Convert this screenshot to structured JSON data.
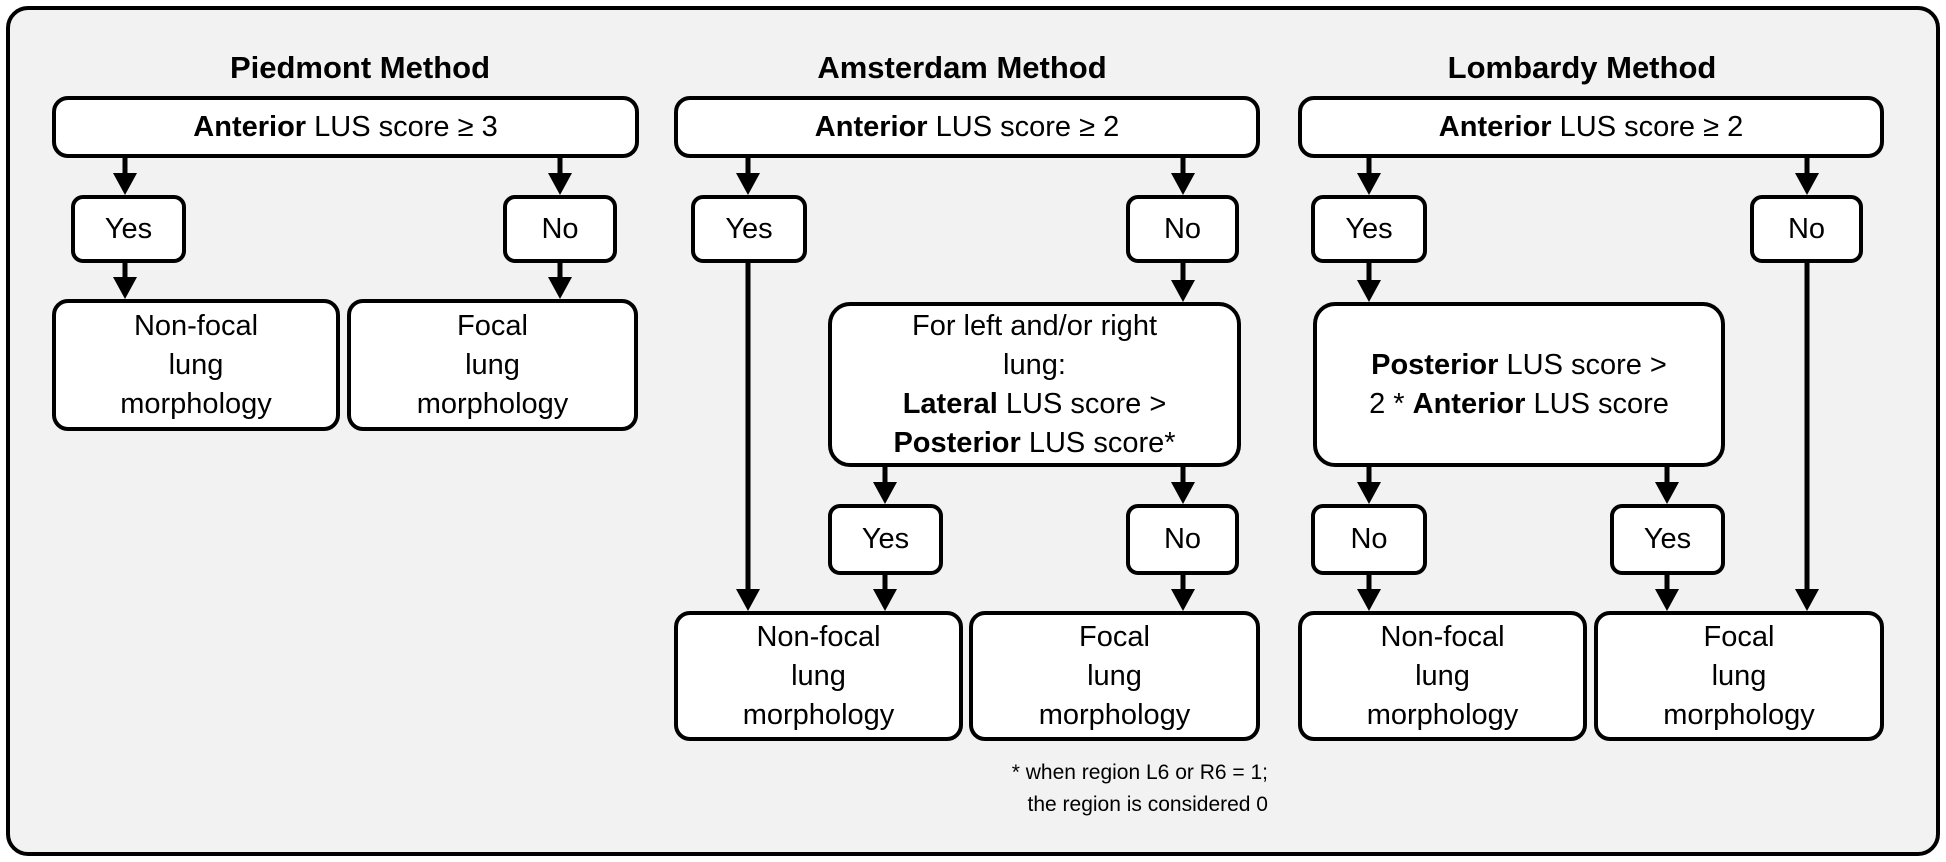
{
  "piedmont": {
    "title": "Piedmont Method",
    "question": {
      "bold": "Anterior",
      "rest": " LUS score ≥ 3"
    },
    "yes": "Yes",
    "no": "No",
    "yes_outcome": [
      "Non-focal",
      "lung",
      "morphology"
    ],
    "no_outcome": [
      "Focal",
      "lung",
      "morphology"
    ]
  },
  "amsterdam": {
    "title": "Amsterdam Method",
    "question": {
      "bold": "Anterior",
      "rest": " LUS score ≥ 2"
    },
    "yes": "Yes",
    "no": "No",
    "second_question": {
      "line1": "For left and/or right",
      "line2": "lung:",
      "bold3": "Lateral",
      "rest3": " LUS score >",
      "bold4": "Posterior",
      "rest4": " LUS score*"
    },
    "yes2": "Yes",
    "no2": "No",
    "nonfocal_outcome": [
      "Non-focal",
      "lung",
      "morphology"
    ],
    "focal_outcome": [
      "Focal",
      "lung",
      "morphology"
    ],
    "footnote": [
      "* when region L6 or R6 = 1;",
      "the region is considered 0"
    ]
  },
  "lombardy": {
    "title": "Lombardy Method",
    "question": {
      "bold": "Anterior",
      "rest": " LUS score ≥ 2"
    },
    "yes": "Yes",
    "no": "No",
    "second_question": {
      "bold1": "Posterior",
      "rest1": " LUS score >",
      "pre2": "2 * ",
      "bold2": "Anterior",
      "rest2": " LUS score"
    },
    "no2": "No",
    "yes2": "Yes",
    "nonfocal_outcome": [
      "Non-focal",
      "lung",
      "morphology"
    ],
    "focal_outcome": [
      "Focal",
      "lung",
      "morphology"
    ]
  }
}
